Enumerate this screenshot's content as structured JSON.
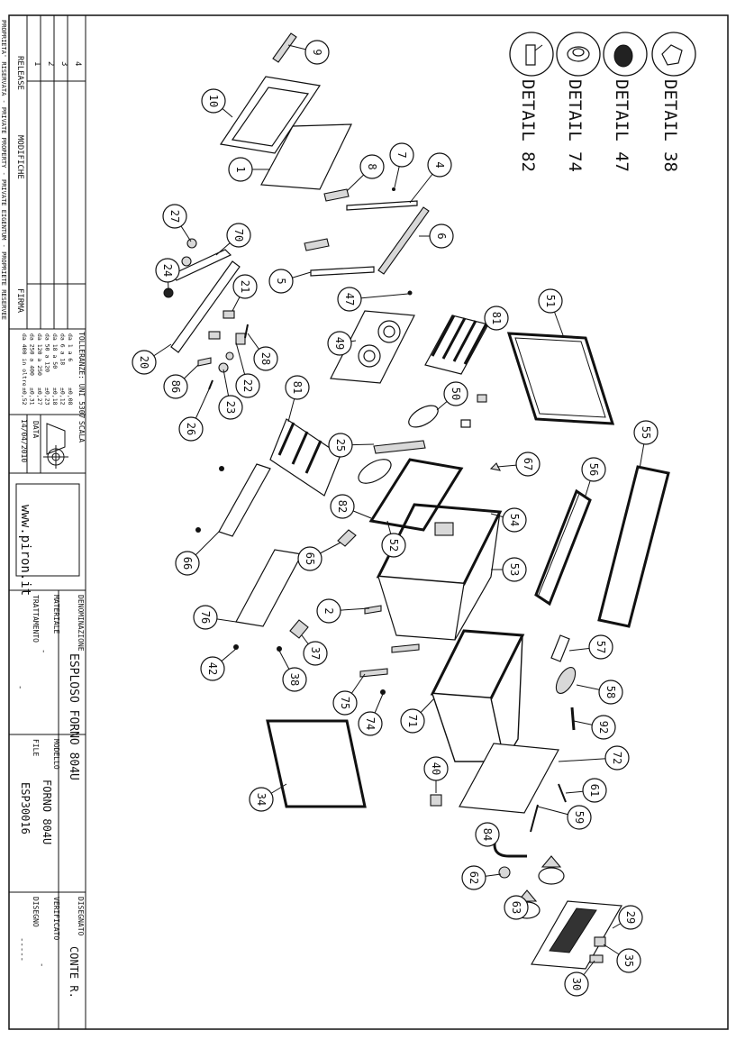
{
  "details": [
    "DETAIL 38",
    "DETAIL 47",
    "DETAIL 74",
    "DETAIL 82"
  ],
  "title_block": {
    "release_label": "RELEASE",
    "release_rows": [
      "1",
      "2",
      "3",
      "4"
    ],
    "modifiche_label": "MODIFICHE",
    "firma_label": "FIRMA",
    "property_notice": "PROPRIETA' RISERVATA - PRIVATE PROPERTY - PRIVATE EIGENTUM - PROPRIETE RESERVEE",
    "tolleranze_label": "TOLLERANZE: UNI 5307",
    "tolleranze_ranges": [
      "da 1 a 6",
      "da 6 a 18",
      "da 18 a 50",
      "da 50 a 120",
      "da 120 a 250",
      "da 250 a 400",
      "da 400 in oltre"
    ],
    "tolleranze_values": [
      "±0,08",
      "±0,12",
      "±0,18",
      "±0,23",
      "±0,27",
      "±0,31",
      "±0,52"
    ],
    "scala_label": "SCALA",
    "data_label": "DATA",
    "date": "14/04/2010",
    "website": "www.piron.it",
    "denominazione_label": "DENOMINAZIONE",
    "denominazione": "ESPLOSO FORNO 804U",
    "materiale_label": "MATERIALE",
    "materiale": "-",
    "trattamento_label": "TRATTAMENTO",
    "trattamento": "-",
    "modello_label": "MODELLO",
    "modello": "FORNO 804U",
    "file_label": "FILE",
    "file": "ESP30016",
    "disegnato_label": "DISEGNATO",
    "disegnato": "CONTE R.",
    "verificato_label": "VERIFICATO",
    "verificato": "-",
    "disegno_label": "DISEGNO",
    "disegno": "-----"
  },
  "balloons": [
    "1",
    "2",
    "4",
    "5",
    "6",
    "7",
    "8",
    "9",
    "10",
    "20",
    "21",
    "22",
    "23",
    "24",
    "25",
    "26",
    "27",
    "28",
    "29",
    "30",
    "34",
    "35",
    "37",
    "38",
    "40",
    "42",
    "47",
    "49",
    "50",
    "51",
    "52",
    "53",
    "54",
    "55",
    "56",
    "57",
    "58",
    "59",
    "61",
    "62",
    "63",
    "65",
    "66",
    "67",
    "70",
    "71",
    "72",
    "74",
    "75",
    "76",
    "81",
    "81",
    "82",
    "84",
    "86",
    "92"
  ]
}
